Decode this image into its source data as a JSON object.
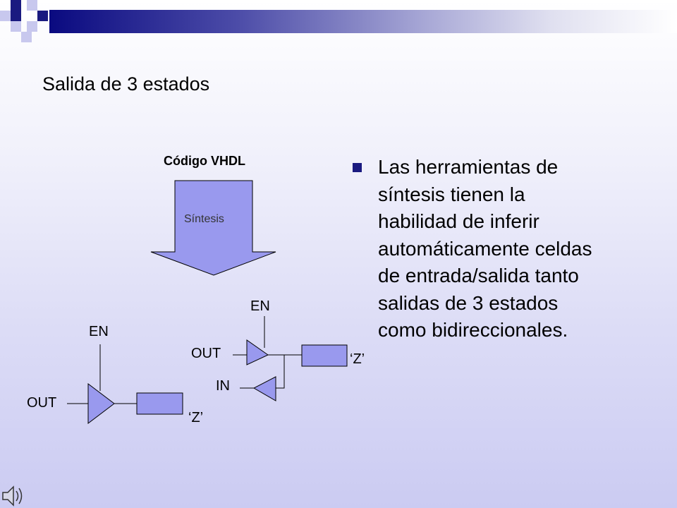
{
  "slide": {
    "title": "Salida de 3 estados",
    "bullet": "Las herramientas de síntesis tienen la habilidad de inferir automáticamente celdas de entrada/salida tanto salidas de 3 estados como bidireccionales."
  },
  "diagram": {
    "code_label": "Código VHDL",
    "arrow_label": "Síntesis",
    "left_circuit": {
      "en": "EN",
      "out": "OUT",
      "z": "‘Z’"
    },
    "right_circuit": {
      "en": "EN",
      "out": "OUT",
      "in": "IN",
      "z": "‘Z’"
    }
  },
  "colors": {
    "accent": "#1a1a80",
    "shape_fill": "#9999ee",
    "shape_stroke": "#000000"
  },
  "icons": [
    "speaker-icon"
  ]
}
